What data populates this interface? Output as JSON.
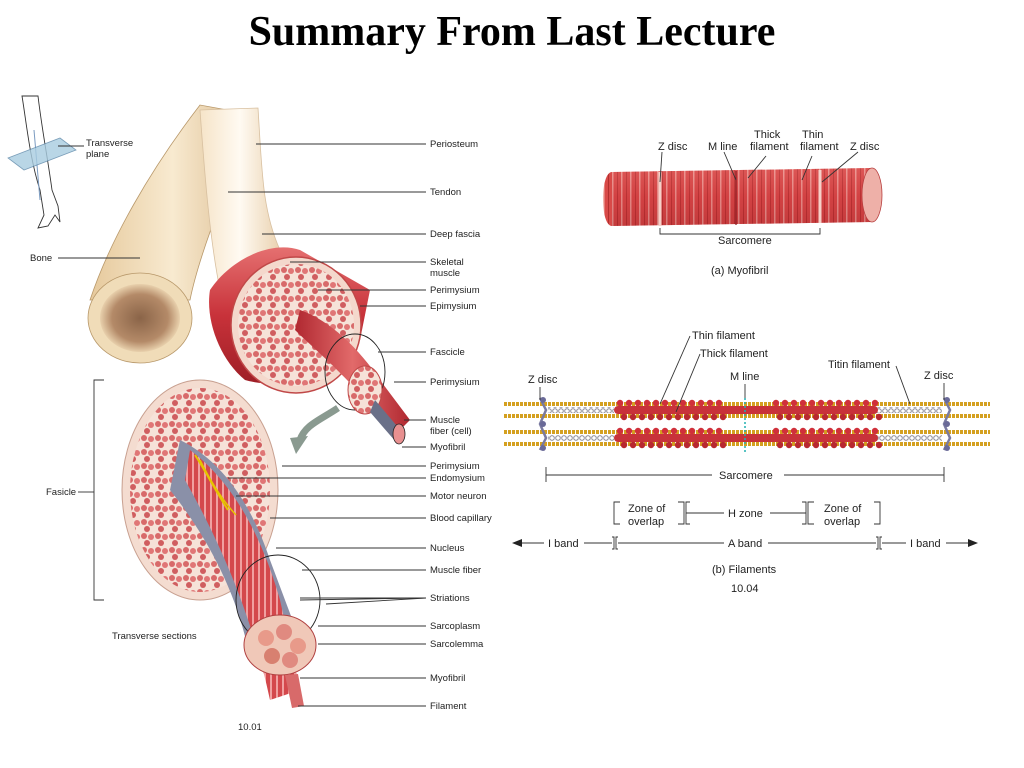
{
  "title": "Summary From Last Lecture",
  "left_figure": {
    "inset_label": "Transverse\nplane",
    "bone": "Bone",
    "fasicle": "Fasicle",
    "transverse_sections": "Transverse sections",
    "figure_number": "10.01",
    "labels": [
      "Periosteum",
      "Tendon",
      "Deep fascia",
      "Skeletal\nmuscle",
      "Perimysium",
      "Epimysium",
      "Fascicle",
      "Perimysium",
      "Muscle\nfiber (cell)",
      "Myofibril",
      "Perimysium",
      "Endomysium",
      "Motor neuron",
      "Blood capillary",
      "Nucleus",
      "Muscle fiber",
      "Striations",
      "Sarcoplasm",
      "Sarcolemma",
      "Myofibril",
      "Filament"
    ]
  },
  "myofibril": {
    "labels": {
      "z_disc_left": "Z disc",
      "m_line": "M line",
      "thick": "Thick\nfilament",
      "thin": "Thin\nfilament",
      "z_disc_right": "Z disc"
    },
    "sarcomere": "Sarcomere",
    "caption": "(a) Myofibril"
  },
  "filaments": {
    "thin": "Thin filament",
    "thick": "Thick filament",
    "titin": "Titin filament",
    "m_line": "M line",
    "z_disc_left": "Z disc",
    "z_disc_right": "Z disc",
    "sarcomere": "Sarcomere",
    "zone_overlap_left": "Zone of\noverlap",
    "h_zone": "H zone",
    "zone_overlap_right": "Zone of\noverlap",
    "i_band_left": "I band",
    "a_band": "A band",
    "i_band_right": "I band",
    "caption": "(b) Filaments",
    "figure_number": "10.04"
  },
  "colors": {
    "muscle_red": "#c8323a",
    "muscle_pink": "#e8a0a0",
    "tendon": "#f3dcbc",
    "bone_marrow": "#a2785a",
    "filament_yellow": "#d4a020",
    "titin_grey": "#9a9aa8",
    "nerve_yellow": "#e6c400"
  }
}
